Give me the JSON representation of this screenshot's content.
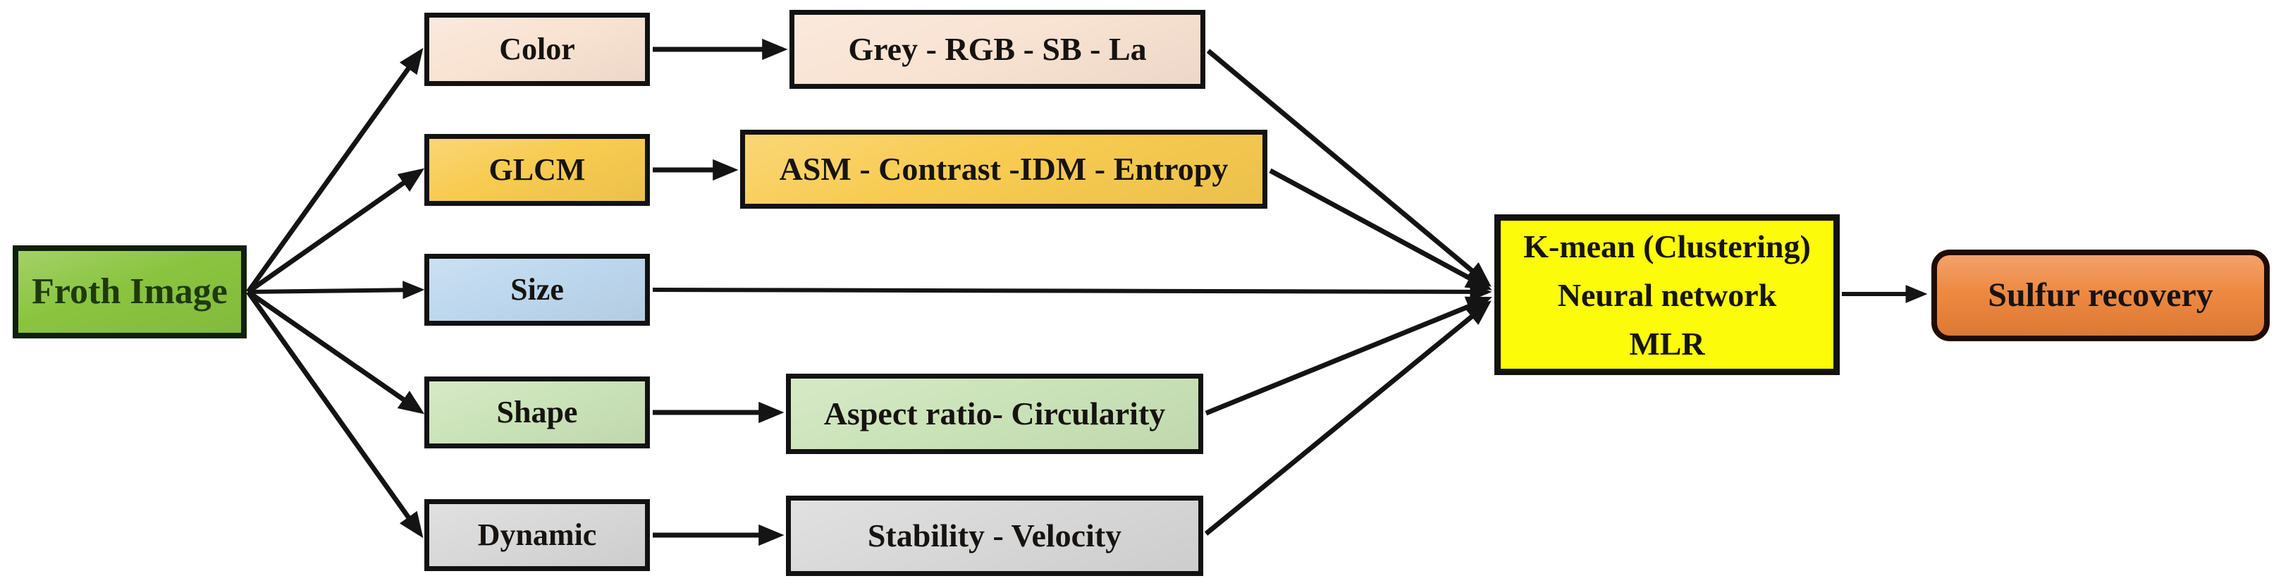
{
  "diagram": {
    "title": "Froth image feature extraction flowchart",
    "background_color": "#ffffff",
    "edge_color": "#141414",
    "nodes": {
      "froth": {
        "label": "Froth Image",
        "fill": "#8AC43F",
        "text_color": "#1e3a0d"
      },
      "color": {
        "label": "Color",
        "fill": "#F9E3D3"
      },
      "glcm": {
        "label": "GLCM",
        "fill": "#F8CB50"
      },
      "size": {
        "label": "Size",
        "fill": "#BDD7EE"
      },
      "shape": {
        "label": "Shape",
        "fill": "#CBE3B8"
      },
      "dynamic": {
        "label": "Dynamic",
        "fill": "#D8D8D8"
      },
      "color_features": {
        "label": "Grey - RGB - SB - La",
        "fill": "#F9E3D3"
      },
      "glcm_features": {
        "label": "ASM - Contrast -IDM - Entropy",
        "fill": "#F8CB50"
      },
      "shape_features": {
        "label": "Aspect ratio- Circularity",
        "fill": "#CBE3B8"
      },
      "dynamic_features": {
        "label": "Stability - Velocity",
        "fill": "#D8D8D8"
      },
      "model": {
        "lines": [
          "K-mean (Clustering)",
          "Neural network",
          "MLR"
        ],
        "fill": "#FBFB0A"
      },
      "output": {
        "label": "Sulfur recovery",
        "fill": "#EE8338"
      }
    },
    "edges": [
      {
        "from": "froth",
        "to": "color"
      },
      {
        "from": "froth",
        "to": "glcm"
      },
      {
        "from": "froth",
        "to": "size"
      },
      {
        "from": "froth",
        "to": "shape"
      },
      {
        "from": "froth",
        "to": "dynamic"
      },
      {
        "from": "color",
        "to": "color_features"
      },
      {
        "from": "glcm",
        "to": "glcm_features"
      },
      {
        "from": "shape",
        "to": "shape_features"
      },
      {
        "from": "dynamic",
        "to": "dynamic_features"
      },
      {
        "from": "size",
        "to": "model"
      },
      {
        "from": "color_features",
        "to": "model"
      },
      {
        "from": "glcm_features",
        "to": "model"
      },
      {
        "from": "shape_features",
        "to": "model"
      },
      {
        "from": "dynamic_features",
        "to": "model"
      },
      {
        "from": "model",
        "to": "output"
      }
    ]
  }
}
